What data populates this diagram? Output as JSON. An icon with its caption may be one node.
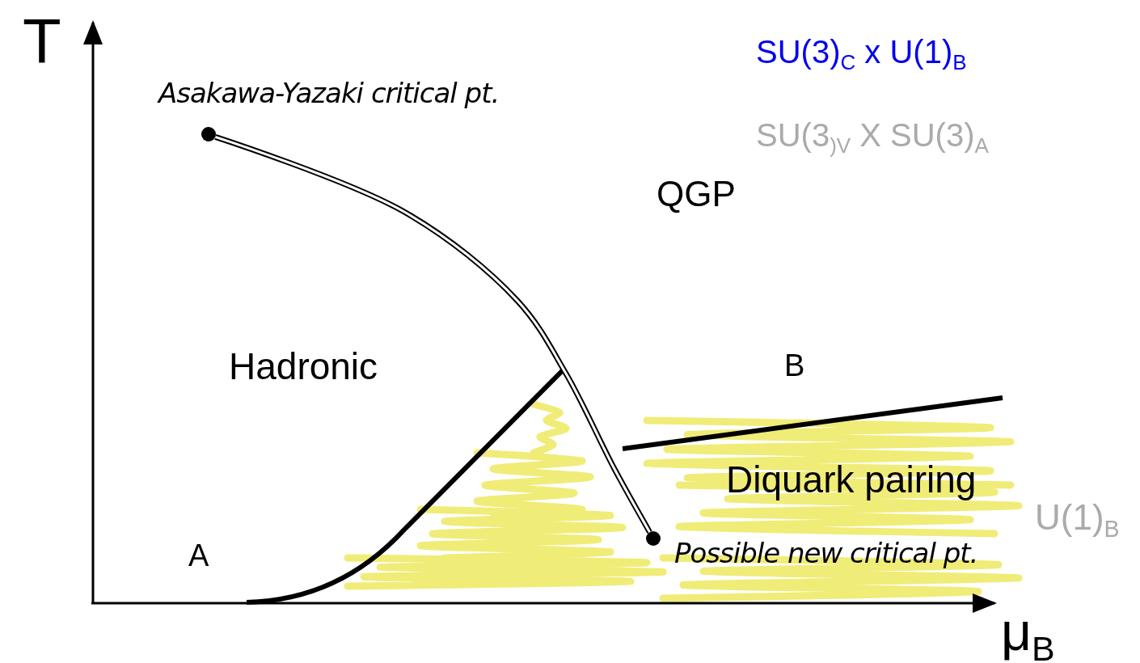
{
  "diagram": {
    "nodes": [
      {
        "text": [],
        "shape": "circle",
        "beside": [
          "Asakawa-Yazaki critical pt."
        ]
      },
      {
        "text": [],
        "shape": "circle",
        "beside": [
          "Possible new critical pt."
        ]
      }
    ],
    "edges": [
      {
        "from": 0,
        "to": 1,
        "arrow": "none"
      }
    ],
    "labels": [
      "T",
      "SU(3)$_{C}$ x U(1)$_{B}$",
      "SU(3$_{)V}$ X SU(3)$_{A}$",
      "QGP",
      "Hadronic",
      "B",
      "Diquark pairing",
      "U(1)$_{B}$",
      "A",
      "μ$_{B}$"
    ]
  }
}
